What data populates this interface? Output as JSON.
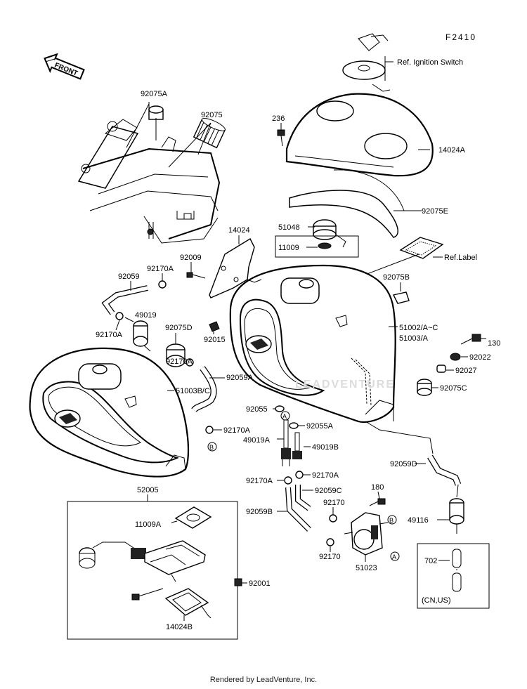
{
  "diagram_code": "F2410",
  "front_label": "FRONT",
  "watermark": "LEADVENTURE",
  "footer": "Rendered by LeadVenture, Inc.",
  "labels": {
    "p92075A": "92075A",
    "p92075": "92075",
    "p236": "236",
    "p14024A": "14024A",
    "refIgnition": "Ref. Ignition Switch",
    "p92075E": "92075E",
    "p51048": "51048",
    "p11009": "11009",
    "refLabel": "Ref.Label",
    "p14024": "14024",
    "p92009": "92009",
    "p92170A_1": "92170A",
    "p92059": "92059",
    "p49019": "49019",
    "p92170A_2": "92170A",
    "p92075D": "92075D",
    "p92015": "92015",
    "p92075B": "92075B",
    "p51002": "51002/A~C",
    "p51003": "51003/A",
    "p130": "130",
    "p92022": "92022",
    "p92027": "92027",
    "p92075C": "92075C",
    "p92170A_3": "92170A",
    "p92059A": "92059A",
    "p51003BC": "51003B/C",
    "p92055": "92055",
    "p92055A": "92055A",
    "circleA_1": "A",
    "p92170A_4": "92170A",
    "circleB_1": "B",
    "p49019A": "49019A",
    "p49019B": "49019B",
    "p92059D": "92059D",
    "p92170A_5": "92170A",
    "p92170A_6": "92170A",
    "p92059C": "92059C",
    "p180": "180",
    "p92170_1": "92170",
    "p92059B": "92059B",
    "circleB_2": "B",
    "p49116": "49116",
    "p92170_2": "92170",
    "p51023": "51023",
    "circleA_2": "A",
    "p702": "702",
    "cnus": "(CN,US)",
    "p52005": "52005",
    "p11009A": "11009A",
    "p92001": "92001",
    "p14024B": "14024B"
  }
}
